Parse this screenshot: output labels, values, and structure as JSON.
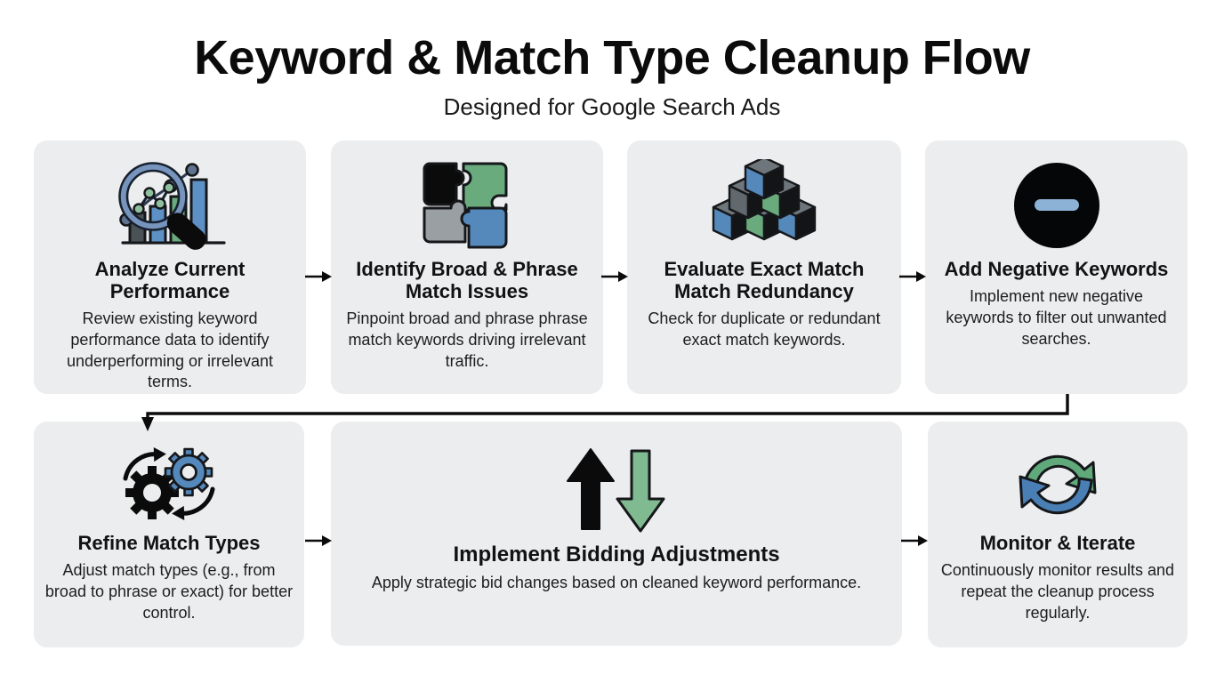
{
  "header": {
    "title": "Keyword & Match Type Cleanup Flow",
    "subtitle": "Designed for Google Search Ads"
  },
  "colors": {
    "card_background": "#ebedee",
    "text_primary": "#111213",
    "text_body": "#1c1d1e",
    "accent_green": "#6aab7e",
    "accent_blue": "#5588bb",
    "accent_gray": "#9a9fa3",
    "accent_black": "#0b0b0b",
    "page_background": "#ffffff",
    "connector": "#111111"
  },
  "steps": [
    {
      "id": 1,
      "icon": "magnifier-bar-chart-icon",
      "title": "Analyze Current Performance",
      "description": "Review existing keyword performance data to identify underperforming or irrelevant terms."
    },
    {
      "id": 2,
      "icon": "puzzle-pieces-icon",
      "title": "Identify Broad & Phrase Match Issues",
      "description": "Pinpoint broad and phrase phrase match keywords driving irrelevant traffic."
    },
    {
      "id": 3,
      "icon": "stacked-cubes-icon",
      "title": "Evaluate Exact Match Match Redundancy",
      "description": "Check for duplicate or redundant exact match keywords."
    },
    {
      "id": 4,
      "icon": "minus-circle-icon",
      "title": "Add Negative Keywords",
      "description": "Implement new negative keywords to filter out unwanted searches."
    },
    {
      "id": 5,
      "icon": "gears-cycle-icon",
      "title": "Refine Match Types",
      "description": "Adjust match types (e.g., from broad to phrase or exact) for better control."
    },
    {
      "id": 6,
      "icon": "up-down-arrows-icon",
      "title": "Implement Bidding Adjustments",
      "description": "Apply strategic bid changes based on cleaned keyword performance."
    },
    {
      "id": 7,
      "icon": "refresh-cycle-icon",
      "title": "Monitor & Iterate",
      "description": "Continuously monitor results and repeat the cleanup process regularly."
    }
  ],
  "connectors": [
    {
      "name": "arrow-step1-step2",
      "icon": "arrow-right-icon"
    },
    {
      "name": "arrow-step2-step3",
      "icon": "arrow-right-icon"
    },
    {
      "name": "arrow-step3-step4",
      "icon": "arrow-right-icon"
    },
    {
      "name": "arrow-step4-step5-wrap",
      "icon": "elbow-arrow-down-icon"
    },
    {
      "name": "arrow-step5-step6",
      "icon": "arrow-right-icon"
    },
    {
      "name": "arrow-step6-step7",
      "icon": "arrow-right-icon"
    }
  ]
}
